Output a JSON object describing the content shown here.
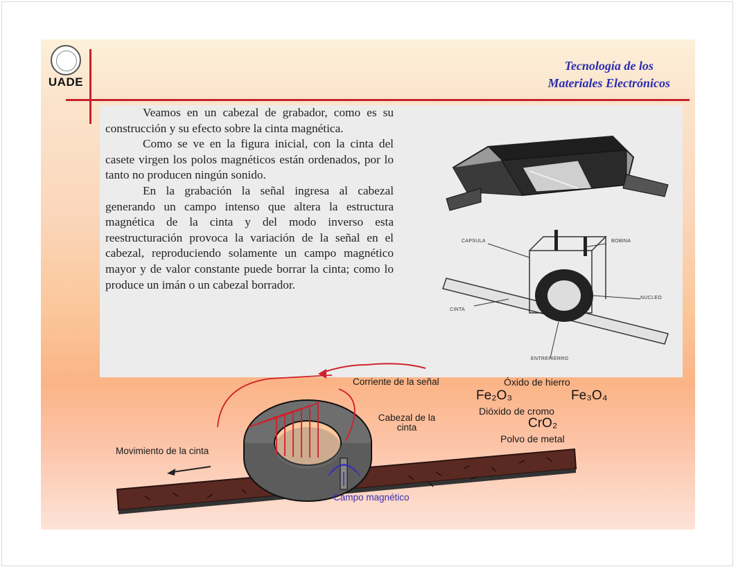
{
  "header": {
    "title_line1": "Tecnología de los",
    "title_line2": "Materiales Electrónicos",
    "logo_text": "UADE"
  },
  "scan_text": {
    "paragraphs": [
      "Veamos en un cabezal de grabador, como es su construcción y su efecto sobre la cinta magnética.",
      "Como se ve en la figura inicial, con la cinta del casete virgen los polos magnéticos están ordenados, por lo tanto no producen ningún sonido.",
      "En la grabación la señal ingresa al cabezal generando un campo intenso que altera la estructura magnética de la cinta y del modo inverso esta reestructuración provoca la variación de la señal en el cabezal, reproduciendo solamente un campo magnético mayor y de valor constante puede borrar la cinta; como lo produce un imán o un cabezal borrador."
    ]
  },
  "scan_figure": {
    "capsula": "CAPSULA",
    "bobina": "BOBINA",
    "nucleo": "NUCLEO",
    "cinta": "CINTA",
    "entrehierro": "ENTREHIERRO"
  },
  "diagram": {
    "corriente": "Corriente de la señal",
    "cabezal": "Cabezal de la cinta",
    "movimiento": "Movimiento de la cinta",
    "campo": "Campo magnético",
    "oxido_hierro": "Óxido de hierro",
    "fe2o3": "Fe₂O₃",
    "fe3o4": "Fe₃O₄",
    "dioxido_cromo": "Dióxido de cromo",
    "cro2": "CrO₂",
    "polvo_metal": "Polvo de metal"
  },
  "colors": {
    "accent_red": "#c8202a",
    "title_blue": "#2b2db0",
    "tape_brown": "#5a2a22"
  }
}
